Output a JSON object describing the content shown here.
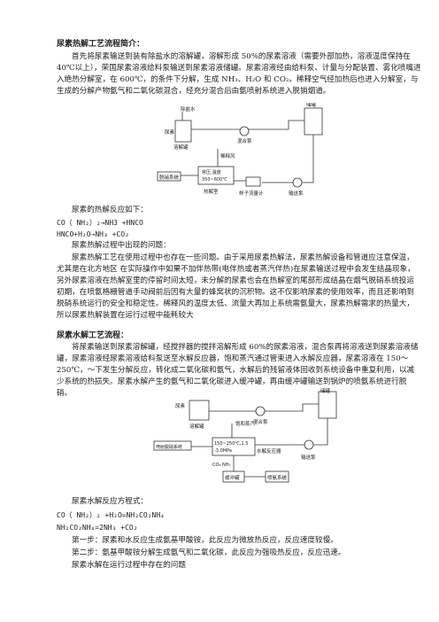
{
  "section1": {
    "title": "尿素热解工艺流程简介：",
    "para1": "首先将尿素输送到装有除盐水的溶解罐，溶解形成 50%的尿素溶液（需要外部加热，溶液温度保持在 40℃以上），荣国尿素溶液给料泵输送到尿素溶液储罐。尿素溶液经由给料泵、计量与分配装置、雾化喷嘴进入绝热分解室，在 600℃，的条件下分解，生成 NH₃、H₂O 和 CO₂。稀释空气经加热后也进入分解室，与生成的分解产物氨气和二氧化碳混合，经充分混合后由氨喷射系统进入脱销烟道。",
    "diagram": {
      "tank1": "除盐水",
      "feed": "尿素",
      "tank2": "溶解罐",
      "pump1": "混合泵",
      "storage": "储罐",
      "air": "稀释风",
      "chamber_line1": "常压,温度",
      "chamber_line2": "350~600℃",
      "chamber_label": "热解室",
      "denox": "脱硝系统",
      "meter": "样子流量计",
      "feedpump": "输送泵"
    },
    "reaction_title": "尿素的热解反应如下：",
    "eq1": "CO（ NH₂）₂→NH3 +HNCO",
    "eq2": "HNCO+H₂O→NH₃ +CO₂",
    "problem_title": "尿素热解过程中出现的问题：",
    "para2": "尿素热解工艺在使用过程中也存在一些问题。由于采用尿素热解法，尿素热解设备和管道应注意保温，尤其是在北方地区 在实际操作中如果不加伴热带(电伴热或者蒸汽伴热)在尿素输送过程中会发生结晶现象，另外尿素溶液在热解室里的停留时间太短，未分解的尿素也会在热解室的尾部形成结晶在烟气脱硝系统投运初期，在喷氨格栅管道手动阀前后因有大量的蜂窝状的沉积物。这不仅影响尿素的使用效率，而且还影响到脱硝系统运行的安全和稳定性。稀释风的温度太低、流量大再加上系统需氨量大，尿素热解需求的热量大，所以尿素热解装置在运行过程中能耗较大"
  },
  "section2": {
    "title": "尿素水解工艺流程：",
    "para1": "将尿素输送到尿素溶解罐，经搅拌器的搅拌溶解形成 60%的尿素溶液，混合泵再将溶液送到尿素溶液储罐，尿素溶液经尿素溶液给料泵送至水解反应器，饱和蒸汽通过管束进入水解反应器，尿素溶液在 150～250℃，～下发生分解反应，转化成二氧化碳和氨气，水解后的残留液体回收到系统设备中重复利用，以减少系统的热损失。尿素水解产生的氨气和二氧化碳进入缓冲罐，再由缓冲罐输送到锅炉的喷氨系统进行脱硝。",
    "diagram": {
      "feed": "尿素",
      "tank": "溶解罐",
      "steam": "饱和蒸汽",
      "pump": "混合泵",
      "storage": "储罐",
      "denox": "喷射脱硝系统",
      "reactor_line1": "150~250℃,1.5",
      "reactor_line2": "-3.0MPa",
      "reactor_label": "水解反应器",
      "feedpump": "输送泵",
      "product": "CO₂ NH₃",
      "buffer": "缓冲罐",
      "waste": "喷氨系统"
    },
    "equation_title": "尿素水解反应方程式：",
    "eq1": "CO（ NH₂）₂ +H₂O=NH₂CO₂NH₄",
    "eq2": "NH₂CO₂NH₄=2NH₃ +CO₂",
    "step1": "第一步：尿素和水反应生成氨基甲酸铵，此反应为微放热反应，反应速度较慢。",
    "step2": "第二步：氨基甲酸铵分解生成氨气和二氧化碳，此反应为强吸热反应，反应迅速。",
    "problem_title": "尿素水解在运行过程中存在的问题"
  }
}
